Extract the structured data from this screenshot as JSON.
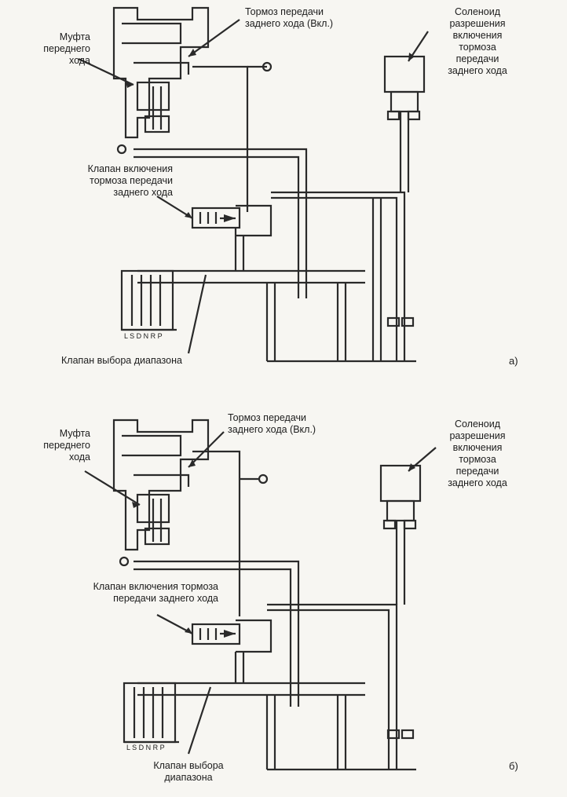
{
  "panel_a": {
    "tag": "а)",
    "labels": {
      "forward_clutch": "Муфта\nпереднего\nхода",
      "reverse_brake_on": "Тормоз передачи\nзаднего хода (Вкл.)",
      "solenoid": "Соленоид\nразрешения\nвключения\nтормоза\nпередачи\nзаднего хода",
      "reverse_brake_valve": "Клапан включения\nтормоза передачи\nзаднего хода",
      "range_select_valve": "Клапан выбора диапазона"
    },
    "range_positions": "L S D N R P"
  },
  "panel_b": {
    "tag": "б)",
    "labels": {
      "forward_clutch": "Муфта\nпереднего\nхода",
      "reverse_brake_on": "Тормоз передачи\nзаднего хода (Вкл.)",
      "solenoid": "Соленоид\nразрешения\nвключения\nтормоза\nпередачи\nзаднего хода",
      "reverse_brake_valve": "Клапан включения тормоза\nпередачи заднего хода",
      "range_select_valve": "Клапан выбора\nдиапазона"
    },
    "range_positions": "L S D N R P"
  }
}
